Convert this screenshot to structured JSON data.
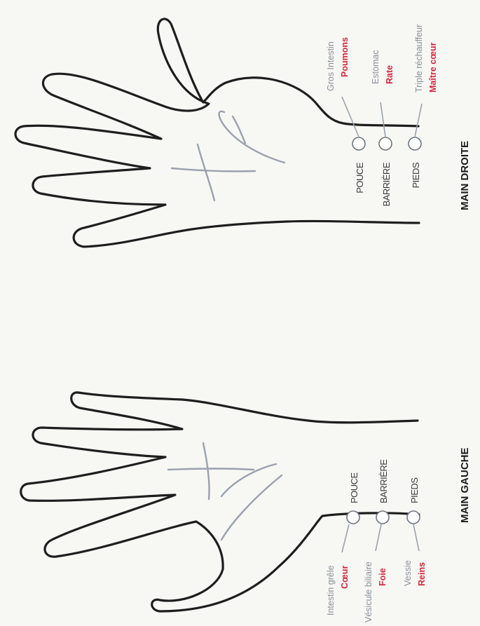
{
  "hands": {
    "right": {
      "title": "MAIN DROITE",
      "positions": [
        {
          "label": "POUCE",
          "yang": "Gros Intestin",
          "yin": "Poumons"
        },
        {
          "label": "BARRIÈRE",
          "yang": "Estomac",
          "yin": "Rate"
        },
        {
          "label": "PIEDS",
          "yang": "Triple réchauffeur",
          "yin": "Maître cœur"
        }
      ]
    },
    "left": {
      "title": "MAIN GAUCHE",
      "positions": [
        {
          "label": "POUCE",
          "yang": "Intestin grêle",
          "yin": "Cœur"
        },
        {
          "label": "BARRIÈRE",
          "yang": "Vésicule biliaire",
          "yin": "Foie"
        },
        {
          "label": "PIEDS",
          "yang": "Vessie",
          "yin": "Reins"
        }
      ]
    }
  },
  "colors": {
    "outline": "#1e1e1e",
    "crease": "#9aa1ad",
    "yin_red": "#d7263d",
    "yang_grey": "#8a8f99"
  }
}
